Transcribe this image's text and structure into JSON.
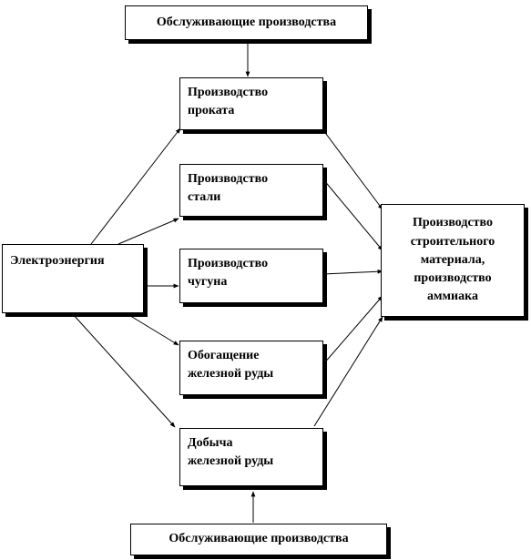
{
  "diagram": {
    "nodes": {
      "service_top": {
        "label": "Обслуживающие производства"
      },
      "rolling": {
        "label": "Производство\nпроката"
      },
      "steel": {
        "label": "Производство\nстали"
      },
      "pig_iron": {
        "label": "Производство\nчугуна"
      },
      "enrichment": {
        "label": "Обогащение\nжелезной руды"
      },
      "mining": {
        "label": "Добыча\nжелезной руды"
      },
      "service_bottom": {
        "label": "Обслуживающие производства"
      },
      "electricity": {
        "label": "Электроэнергия"
      },
      "building": {
        "label": "Производство\nстроительного\nматериала,\nпроизводство\nаммиака"
      }
    },
    "edges": [
      {
        "from": "service_top",
        "to": "rolling"
      },
      {
        "from": "service_bottom",
        "to": "mining"
      },
      {
        "from": "electricity",
        "to": "rolling"
      },
      {
        "from": "electricity",
        "to": "steel"
      },
      {
        "from": "electricity",
        "to": "pig_iron"
      },
      {
        "from": "electricity",
        "to": "enrichment"
      },
      {
        "from": "electricity",
        "to": "mining"
      },
      {
        "from": "rolling",
        "to": "building"
      },
      {
        "from": "steel",
        "to": "building"
      },
      {
        "from": "pig_iron",
        "to": "building"
      },
      {
        "from": "enrichment",
        "to": "building"
      },
      {
        "from": "mining",
        "to": "building"
      }
    ],
    "colors": {
      "line": "#000000",
      "box_fill": "#ffffff",
      "shadow": "#000000"
    }
  }
}
